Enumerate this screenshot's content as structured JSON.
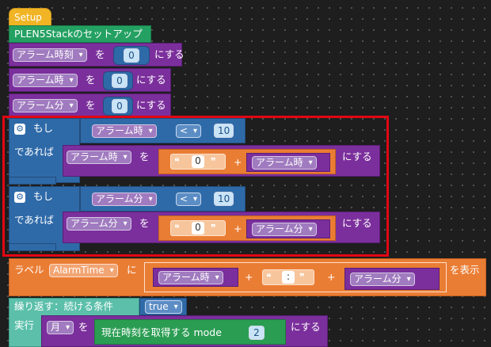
{
  "setup": {
    "hat_label": "Setup",
    "plen_label": "PLEN5Stackのセットアップ"
  },
  "assignments": [
    {
      "var": "アラーム時刻",
      "to": "を",
      "value": "0",
      "suffix": "にする"
    },
    {
      "var": "アラーム時",
      "to": "を",
      "value": "0",
      "suffix": "にする"
    },
    {
      "var": "アラーム分",
      "to": "を",
      "value": "0",
      "suffix": "にする"
    }
  ],
  "if_blocks": [
    {
      "gear": "gear-icon",
      "if_label": "もし",
      "then_label": "であれば",
      "cmp_var": "アラーム時",
      "op": "<",
      "cmp_value": "10",
      "set_var": "アラーム時",
      "to": "を",
      "str_value": "0",
      "plus": "+",
      "join_var": "アラーム時",
      "suffix": "にする"
    },
    {
      "gear": "gear-icon",
      "if_label": "もし",
      "then_label": "であれば",
      "cmp_var": "アラーム分",
      "op": "<",
      "cmp_value": "10",
      "set_var": "アラーム分",
      "to": "を",
      "str_value": "0",
      "plus": "+",
      "join_var": "アラーム分",
      "suffix": "にする"
    }
  ],
  "label_block": {
    "prefix": "ラベル",
    "label_name": "AlarmTime",
    "ni": "に",
    "var1": "アラーム時",
    "plus1": "+",
    "colon": ":",
    "plus2": "+",
    "var2": "アラーム分",
    "suffix": "を表示"
  },
  "loop": {
    "label": "繰り返す：続ける条件",
    "condition": "true",
    "do_label": "実行",
    "var": "月",
    "to": "を",
    "get_time": "現在時刻を取得する mode",
    "mode": "2",
    "suffix": "にする"
  },
  "colors": {
    "var_purple": "#7b2f9c",
    "logic_blue": "#2f6aa8",
    "text_orange": "#ea7d34",
    "plen_green": "#2a9d52",
    "loop_teal": "#5bbfaa",
    "hat_yellow": "#f0b425",
    "highlight_red": "#e30613"
  }
}
